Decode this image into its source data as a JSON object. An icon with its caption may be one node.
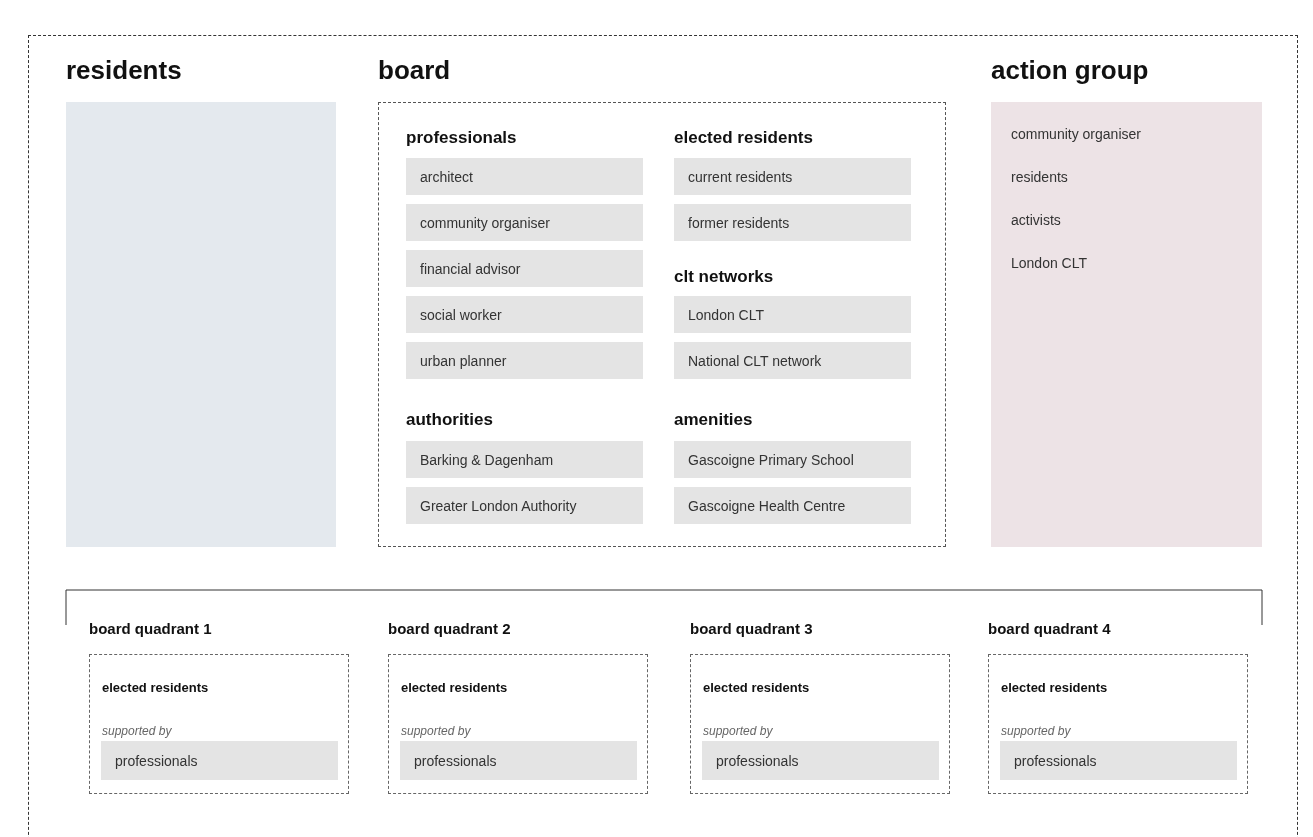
{
  "diagram": {
    "nodes": [
      {
        "text": [
          "residents"
        ]
      },
      {
        "text": [
          "board"
        ]
      },
      {
        "text": [
          "architect"
        ],
        "in": 1
      },
      {
        "text": [
          "community organiser"
        ],
        "in": 1
      },
      {
        "text": [
          "financial advisor"
        ],
        "in": 1
      },
      {
        "text": [
          "social worker"
        ],
        "in": 1
      },
      {
        "text": [
          "urban planner"
        ],
        "in": 1
      },
      {
        "text": [
          "current residents"
        ],
        "in": 1
      },
      {
        "text": [
          "former residents"
        ],
        "in": 1
      },
      {
        "text": [
          "London CLT"
        ],
        "in": 1
      },
      {
        "text": [
          "National CLT network"
        ],
        "in": 1
      },
      {
        "text": [
          "Barking & Dagenham"
        ],
        "in": 1
      },
      {
        "text": [
          "Greater London Authority"
        ],
        "in": 1
      },
      {
        "text": [
          "Gascoigne Primary School"
        ],
        "in": 1
      },
      {
        "text": [
          "Gascoigne Health Centre"
        ],
        "in": 1
      },
      {
        "text": [
          "action group",
          "community organiser",
          "residents",
          "activists",
          "London CLT"
        ]
      },
      {
        "text": [
          "board quadrant 1",
          "elected residents",
          "supported by"
        ]
      },
      {
        "text": [
          "professionals"
        ],
        "in": 16
      },
      {
        "text": [
          "board quadrant 2",
          "elected residents",
          "supported by"
        ]
      },
      {
        "text": [
          "professionals"
        ],
        "in": 18
      },
      {
        "text": [
          "board quadrant 3",
          "elected residents",
          "supported by"
        ]
      },
      {
        "text": [
          "professionals"
        ],
        "in": 20
      },
      {
        "text": [
          "board quadrant 4",
          "elected residents",
          "supported by"
        ]
      },
      {
        "text": [
          "professionals"
        ],
        "in": 22
      }
    ],
    "labels": [
      "professionals",
      "elected residents",
      "clt networks",
      "authorities",
      "amenities"
    ]
  }
}
